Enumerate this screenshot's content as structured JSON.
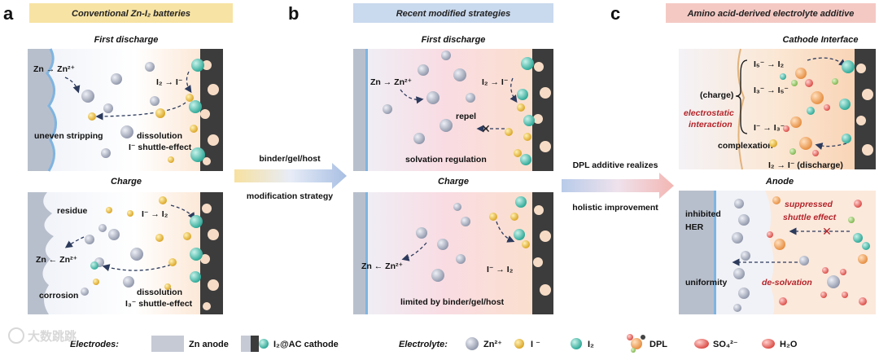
{
  "panels": {
    "a": {
      "letter": "a",
      "title": "Conventional Zn-I₂ batteries",
      "top": {
        "heading": "First discharge",
        "zn_reaction": "Zn → Zn²⁺",
        "i2_reaction": "I₂ → I⁻",
        "stripping": "uneven stripping",
        "dissolution": "dissolution",
        "shuttle": "I⁻ shuttle-effect"
      },
      "bottom": {
        "heading": "Charge",
        "residue": "residue",
        "i_reaction": "I⁻ → I₂",
        "zn_reaction": "Zn ← Zn²⁺",
        "corrosion": "corrosion",
        "dissolution": "dissolution",
        "shuttle": "I₃⁻ shuttle-effect"
      }
    },
    "b": {
      "letter": "b",
      "title": "Recent modified strategies",
      "top": {
        "heading": "First discharge",
        "zn_reaction": "Zn → Zn²⁺",
        "i2_reaction": "I₂ → I⁻",
        "repel": "repel",
        "solvation": "solvation regulation"
      },
      "bottom": {
        "heading": "Charge",
        "zn_reaction": "Zn ← Zn²⁺",
        "i_reaction": "I⁻ → I₂",
        "limited": "limited by binder/gel/host"
      }
    },
    "c": {
      "letter": "c",
      "title": "Amino acid-derived electrolyte additive",
      "top": {
        "heading": "Cathode Interface",
        "r1": "I₅⁻ → I₂",
        "r2": "I₃⁻ → I₅⁻",
        "r3": "I⁻ → I₃⁻",
        "charge": "(charge)",
        "electrostatic1": "electrostatic",
        "electrostatic2": "interaction",
        "complexation": "complexation",
        "discharge": "I₂ → I⁻ (discharge)"
      },
      "bottom": {
        "heading": "Anode",
        "inhibited": "inhibited",
        "her": "HER",
        "suppressed1": "suppressed",
        "suppressed2": "shuttle effect",
        "uniformity": "uniformity",
        "desolvation": "de-solvation"
      }
    }
  },
  "arrows": {
    "ab_top": "binder/gel/host",
    "ab_bottom": "modification strategy",
    "bc_top": "DPL additive realizes",
    "bc_bottom": "holistic improvement"
  },
  "legend": {
    "electrodes_label": "Electrodes:",
    "zn_anode": "Zn anode",
    "cathode": "I₂@AC cathode",
    "electrolyte_label": "Electrolyte:",
    "zn2": "Zn²⁺",
    "iminus": "I ⁻",
    "i2": "I₂",
    "dpl": "DPL",
    "so4": "SO₄²⁻",
    "h2o": "H₂O"
  },
  "watermark": "大数跳跳",
  "colors": {
    "title_a": "#f7e3a4",
    "title_b": "#c9d9ee",
    "title_c": "#f4c9c4",
    "zn_ion": "#9aa1b4",
    "iodide": "#e3b53a",
    "iodine": "#3fb7a6",
    "red_text": "#b3242a"
  }
}
